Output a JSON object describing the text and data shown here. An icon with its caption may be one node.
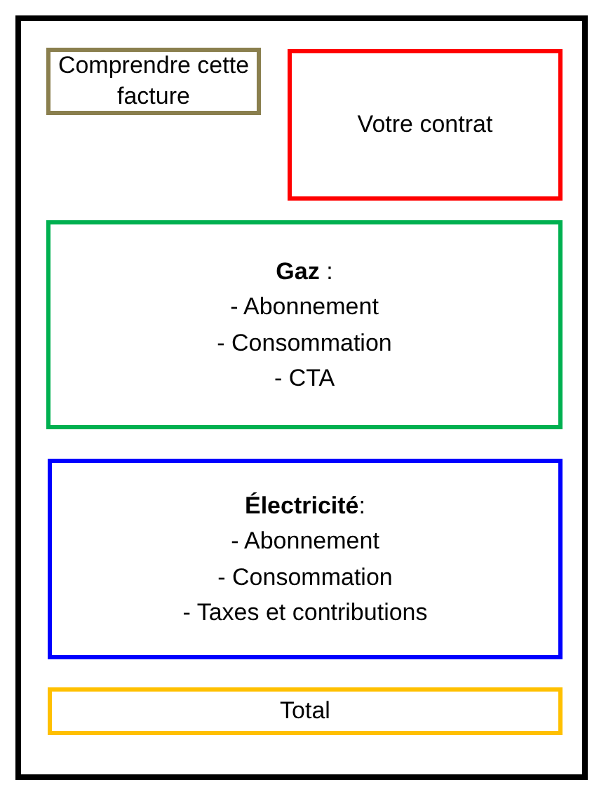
{
  "diagram": {
    "nodes": [
      {
        "text": [],
        "shape": "box"
      },
      {
        "text": [
          "Comprendre cette facture"
        ],
        "in": 0
      },
      {
        "text": [
          "Votre contrat"
        ],
        "in": 0
      },
      {
        "text": [
          "**Gaz** :",
          "- Abonnement",
          "- Consommation",
          "- CTA"
        ],
        "in": 0
      },
      {
        "text": [
          "**Électricité**:",
          "- Abonnement",
          "- Consommation",
          "- Taxes et contributions"
        ],
        "in": 0
      },
      {
        "text": [
          "Total"
        ],
        "in": 0
      }
    ],
    "edges": []
  }
}
